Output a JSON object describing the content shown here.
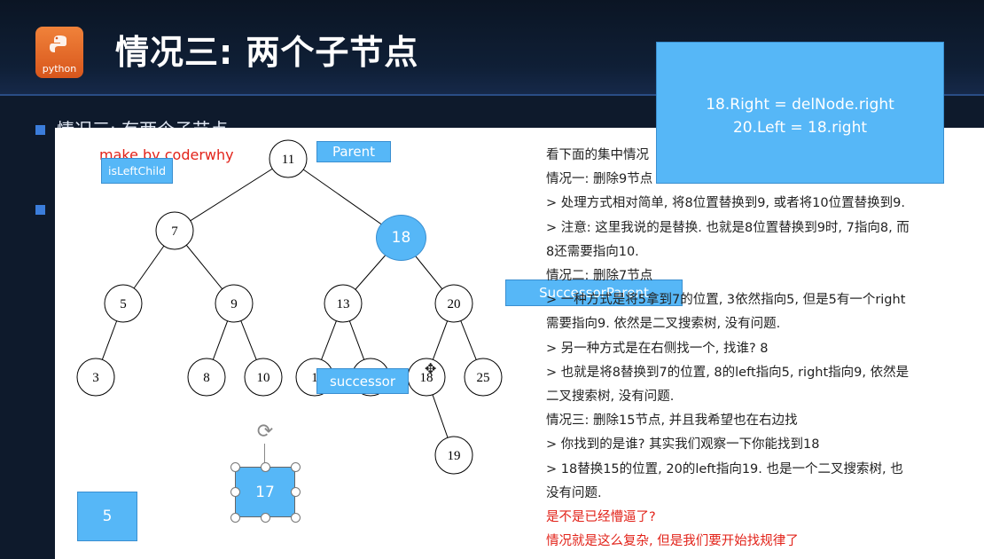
{
  "slide": {
    "title": "情况三: 两个子节点",
    "logo_text": "python",
    "bullet_text": "情况三: 有两个子节点"
  },
  "watermark": "make by coderwhy",
  "labels": {
    "is_left_child": "isLeftChild",
    "parent": "Parent",
    "successor_parent": "SuccessorParent",
    "successor": "successor",
    "node_18_highlight": "18",
    "shape_17": "17",
    "shape_5": "5"
  },
  "code_box": {
    "line1": "18.Right = delNode.right",
    "line2": "20.Left = 18.right"
  },
  "tree": {
    "nodes": [
      {
        "id": "n11",
        "label": "11"
      },
      {
        "id": "n7",
        "label": "7"
      },
      {
        "id": "n5",
        "label": "5"
      },
      {
        "id": "n9",
        "label": "9"
      },
      {
        "id": "n3",
        "label": "3"
      },
      {
        "id": "n8",
        "label": "8"
      },
      {
        "id": "n10",
        "label": "10"
      },
      {
        "id": "n13",
        "label": "13"
      },
      {
        "id": "n20",
        "label": "20"
      },
      {
        "id": "n12",
        "label": "1"
      },
      {
        "id": "n18",
        "label": "18"
      },
      {
        "id": "n25",
        "label": "25"
      },
      {
        "id": "n19",
        "label": "19"
      }
    ]
  },
  "right_text": [
    {
      "text": "看下面的集中情况",
      "red": false
    },
    {
      "text": "情况一: 删除9节点",
      "red": false
    },
    {
      "text": "> 处理方式相对简单, 将8位置替换到9, 或者将10位置替换到9.",
      "red": false
    },
    {
      "text": "> 注意: 这里我说的是替换. 也就是8位置替换到9时, 7指向8, 而",
      "red": false
    },
    {
      "text": "8还需要指向10.",
      "red": false
    },
    {
      "text": "情况二: 删除7节点",
      "red": false
    },
    {
      "text": "> 一种方式是将5拿到7的位置, 3依然指向5, 但是5有一个right",
      "red": false
    },
    {
      "text": "需要指向9. 依然是二叉搜索树, 没有问题.",
      "red": false
    },
    {
      "text": "> 另一种方式是在右侧找一个, 找谁? 8",
      "red": false
    },
    {
      "text": "> 也就是将8替换到7的位置, 8的left指向5, right指向9, 依然是",
      "red": false
    },
    {
      "text": "二叉搜索树, 没有问题.",
      "red": false
    },
    {
      "text": "情况三: 删除15节点, 并且我希望也在右边找",
      "red": false
    },
    {
      "text": " > 你找到的是谁? 其实我们观察一下你能找到18",
      "red": false
    },
    {
      "text": " > 18替换15的位置, 20的left指向19. 也是一个二叉搜索树, 也",
      "red": false
    },
    {
      "text": "没有问题.",
      "red": false
    },
    {
      "text": "是不是已经懵逼了?",
      "red": true
    },
    {
      "text": "情况就是这么复杂, 但是我们要开始找规律了",
      "red": true
    }
  ],
  "colors": {
    "accent_blue": "#56b7f7",
    "red_text": "#e2231a",
    "header_bg": "#0e1a2c"
  }
}
